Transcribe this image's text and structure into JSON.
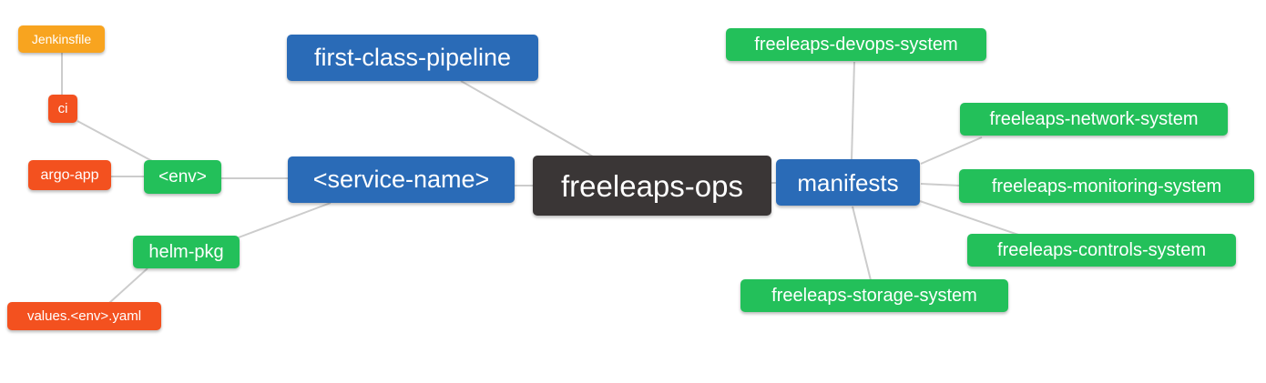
{
  "diagram": {
    "type": "mindmap",
    "root": {
      "label": "freeleaps-ops"
    },
    "nodes": {
      "first_class_pipeline": {
        "label": "first-class-pipeline",
        "color_role": "blue"
      },
      "service_name": {
        "label": "<service-name>",
        "color_role": "blue"
      },
      "manifests": {
        "label": "manifests",
        "color_role": "blue"
      },
      "env": {
        "label": "<env>",
        "color_role": "green"
      },
      "helm_pkg": {
        "label": "helm-pkg",
        "color_role": "green"
      },
      "ci": {
        "label": "ci",
        "color_role": "red"
      },
      "argo_app": {
        "label": "argo-app",
        "color_role": "red"
      },
      "jenkinsfile": {
        "label": "Jenkinsfile",
        "color_role": "orange"
      },
      "values_env_yaml": {
        "label": "values.<env>.yaml",
        "color_role": "red"
      },
      "devops_system": {
        "label": "freeleaps-devops-system",
        "color_role": "green"
      },
      "network_system": {
        "label": "freeleaps-network-system",
        "color_role": "green"
      },
      "monitoring_system": {
        "label": "freeleaps-monitoring-system",
        "color_role": "green"
      },
      "controls_system": {
        "label": "freeleaps-controls-system",
        "color_role": "green"
      },
      "storage_system": {
        "label": "freeleaps-storage-system",
        "color_role": "green"
      }
    },
    "edges": [
      [
        "freeleaps-ops",
        "first-class-pipeline"
      ],
      [
        "freeleaps-ops",
        "<service-name>"
      ],
      [
        "freeleaps-ops",
        "manifests"
      ],
      [
        "<service-name>",
        "<env>"
      ],
      [
        "<service-name>",
        "helm-pkg"
      ],
      [
        "<env>",
        "ci"
      ],
      [
        "<env>",
        "argo-app"
      ],
      [
        "ci",
        "Jenkinsfile"
      ],
      [
        "helm-pkg",
        "values.<env>.yaml"
      ],
      [
        "manifests",
        "freeleaps-devops-system"
      ],
      [
        "manifests",
        "freeleaps-network-system"
      ],
      [
        "manifests",
        "freeleaps-monitoring-system"
      ],
      [
        "manifests",
        "freeleaps-controls-system"
      ],
      [
        "manifests",
        "freeleaps-storage-system"
      ]
    ],
    "colors": {
      "blue": "#2a6bb7",
      "green": "#23c05a",
      "orange": "#f8a41f",
      "red": "#f3511f",
      "dark": "#3a3636",
      "line": "#cccccc"
    }
  }
}
